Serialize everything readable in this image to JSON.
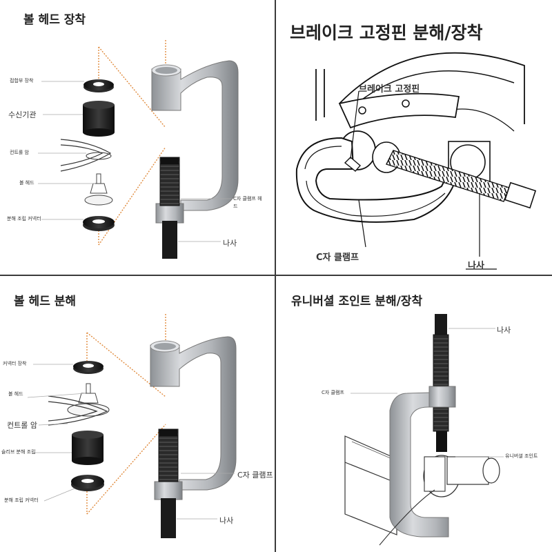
{
  "panels": {
    "ball_head_install": {
      "title": "볼 헤드 장착",
      "labels": {
        "fold_part": "접합부 장착",
        "receiver": "수신기관",
        "control_arm": "컨트롤 암",
        "ball_head": "볼 헤드",
        "disassembly_connector": "분해 조립 커넥터",
        "c_clamp_head": "C자 클램프 헤드",
        "screw": "나사"
      }
    },
    "brake_pin": {
      "title": "브레이크 고정핀 분해/장착",
      "labels": {
        "brake_pin": "브레이크 고정핀",
        "c_clamp": "C자 클램프",
        "screw": "나사"
      }
    },
    "ball_head_remove": {
      "title": "볼 헤드 분해",
      "labels": {
        "connector_install": "커넥터 장착",
        "ball_head": "볼 헤드",
        "control_arm": "컨트롤 암",
        "sleeve": "슬리브 분해 조립",
        "disassembly_connector": "분해 조립 커넥터",
        "c_clamp": "C자 클램프",
        "screw": "나사"
      }
    },
    "universal_joint": {
      "title": "유니버셜 조인트 분해/장착",
      "labels": {
        "screw": "나사",
        "c_clamp": "C자 클램프",
        "universal_joint": "유니버셜 조인트"
      }
    }
  },
  "colors": {
    "accent_orange": "#e08a3c",
    "clamp_silver": "#b9bcc0",
    "part_black": "#1c1c1c"
  }
}
